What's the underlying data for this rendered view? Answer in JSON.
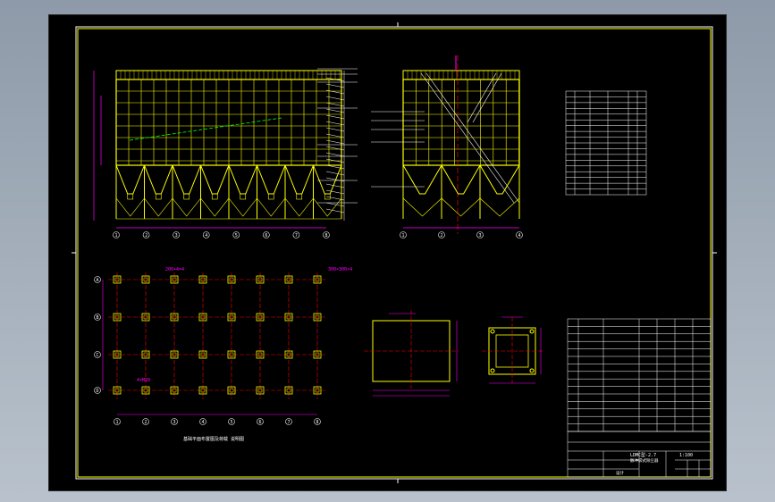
{
  "drawing": {
    "title_block": {
      "name": "LDMC型-2.7",
      "sub": "脉冲袋式除尘器",
      "scale": "1:100",
      "company": "设计"
    },
    "elevation_labels": [
      "1",
      "2",
      "3",
      "4",
      "5",
      "6",
      "7",
      "8"
    ],
    "side_labels": [
      "1",
      "2",
      "3",
      "4"
    ],
    "plan_row_labels": [
      "A",
      "B",
      "C",
      "D"
    ],
    "plan_caption": "基础平面布置图及荷载   说明图",
    "annotations": {
      "plan_dim_top": "200+4=4",
      "plan_dim_right": "300×300×4",
      "plan_note": "4×M20"
    },
    "parts_table_rows": 18,
    "bom_rows": 15,
    "colors": {
      "frame": "#ffff00",
      "structure": "#ffff00",
      "dimension": "#ff00ff",
      "centerline": "#ff0000",
      "text": "#ffffff",
      "accent": "#00ff00"
    }
  }
}
